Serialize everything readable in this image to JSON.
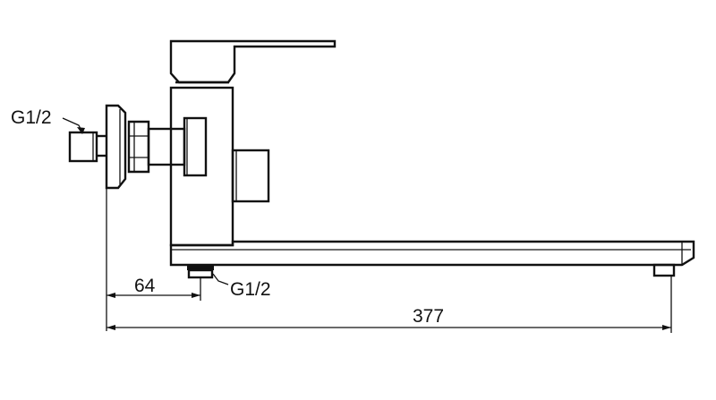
{
  "labels": {
    "thread_inlet": "G1/2",
    "thread_outlet": "G1/2"
  },
  "dimensions": {
    "offset": "64",
    "overall_length": "377"
  }
}
